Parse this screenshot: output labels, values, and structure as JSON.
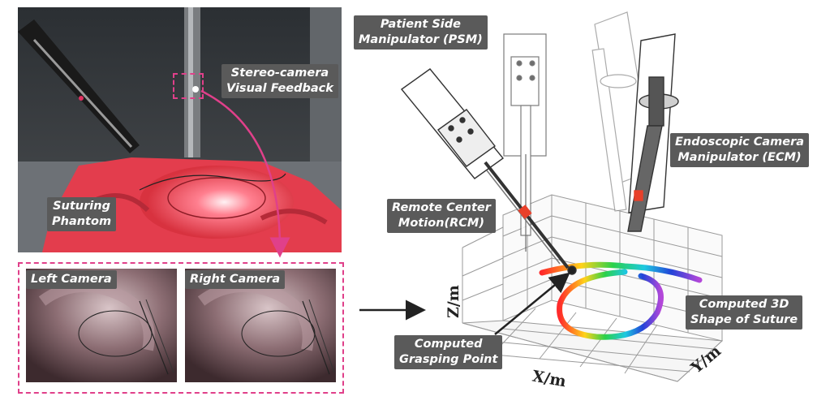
{
  "labels": {
    "stereo_camera_line1": "Stereo-camera",
    "stereo_camera_line2": "Visual Feedback",
    "suturing_phantom_line1": "Suturing",
    "suturing_phantom_line2": "Phantom",
    "left_camera": "Left Camera",
    "right_camera": "Right Camera",
    "psm_line1": "Patient Side",
    "psm_line2": "Manipulator (PSM)",
    "ecm_line1": "Endoscopic Camera",
    "ecm_line2": "Manipulator (ECM)",
    "rcm_line1": "Remote Center",
    "rcm_line2": "Motion(RCM)",
    "suture_shape_line1": "Computed 3D",
    "suture_shape_line2": "Shape of Suture",
    "grasping_line1": "Computed",
    "grasping_line2": "Grasping Point"
  },
  "axes": {
    "x": "X/m",
    "y": "Y/m",
    "z": "Z/m"
  },
  "colors": {
    "label_bg": "#5a5a5a",
    "pink_dashed": "#e0408a",
    "rcm_marker": "#e8402a"
  }
}
